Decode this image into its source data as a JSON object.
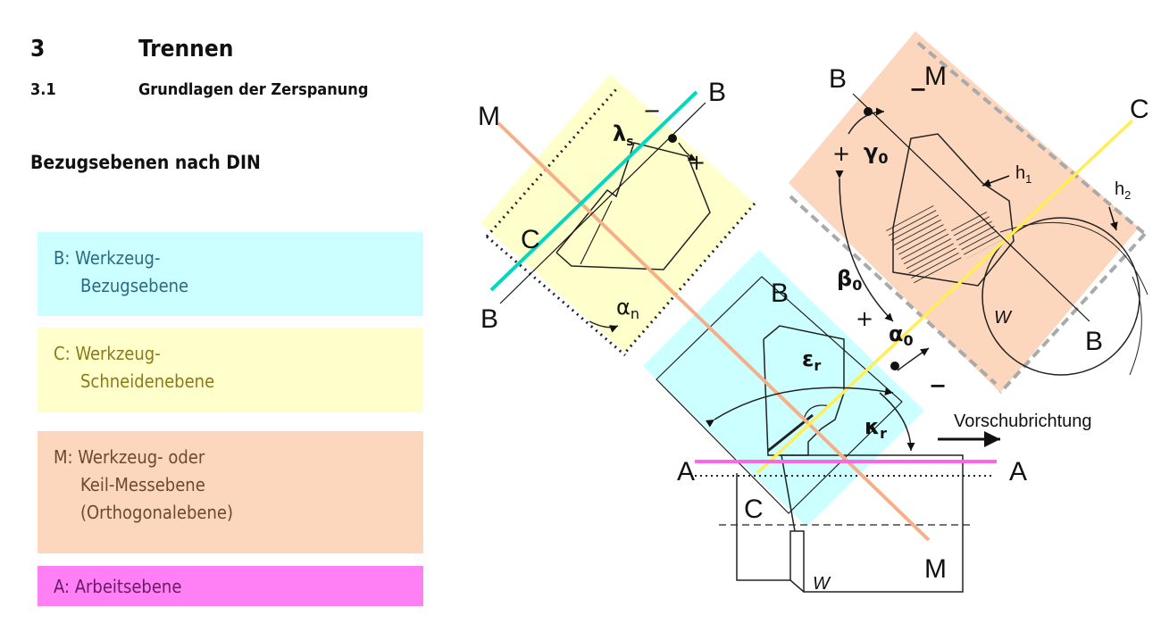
{
  "header": {
    "num1": "3",
    "title1": "Trennen",
    "num2": "3.1",
    "title2": "Grundlagen der Zerspanung"
  },
  "subtitle": "Bezugsebenen nach DIN",
  "legend": {
    "b": {
      "line1": "B: Werkzeug-",
      "line2": "Bezugsebene",
      "color": "#ccffff"
    },
    "c": {
      "line1": "C: Werkzeug-",
      "line2": "Schneidenebene",
      "color": "#ffffcc"
    },
    "m": {
      "line1": "M: Werkzeug- oder",
      "line2": "Keil-Messebene",
      "line3": "(Orthogonalebene)",
      "color": "#fcd6bd"
    },
    "a": {
      "line1": "A: Arbeitsebene",
      "color": "#ff7ff5"
    }
  },
  "diagram": {
    "labels": {
      "A": "A",
      "B": "B",
      "C": "C",
      "M": "M",
      "W": "W"
    },
    "greek": {
      "lambda": "λ",
      "lambda_sub": "s",
      "alpha_n": "α",
      "alpha_n_sub": "n",
      "epsilon": "ε",
      "epsilon_sub": "r",
      "kappa": "κ",
      "kappa_sub": "r",
      "gamma": "γ",
      "gamma_sub": "0",
      "beta": "β",
      "beta_sub": "0",
      "alpha_0": "α",
      "alpha_0_sub": "0"
    },
    "h1": "h",
    "h1_sub": "1",
    "h2": "h",
    "h2_sub": "2",
    "plus": "+",
    "minus": "−",
    "feed_direction": "Vorschubrichtung"
  }
}
